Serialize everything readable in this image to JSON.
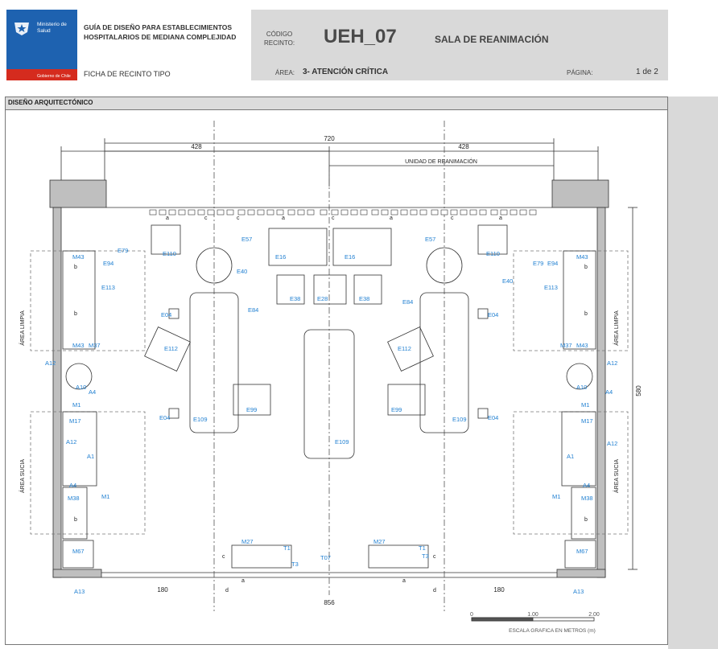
{
  "header": {
    "logo": {
      "ministry": "Ministerio de Salud",
      "gov": "Gobierno de Chile"
    },
    "guide_title": "GUÍA DE DISEÑO PARA ESTABLECIMIENTOS HOSPITALARIOS DE MEDIANA COMPLEJIDAD",
    "doc_type": "FICHA DE RECINTO TIPO",
    "code_label_1": "CÓDIGO",
    "code_label_2": "RECINTO:",
    "code": "UEH_07",
    "room_name": "SALA DE REANIMACIÓN",
    "area_label": "ÁREA:",
    "area_value": "3- ATENCIÓN CRÍTICA",
    "page_label": "PÁGINA:",
    "page_value": "1 de 2"
  },
  "section": {
    "title": "DISEÑO ARQUITECTÓNICO"
  },
  "plan": {
    "dims": {
      "total_top": "720",
      "left_top": "428",
      "right_top": "428",
      "bottom_total": "856",
      "bottom_left": "180",
      "bottom_right": "180",
      "height": "580"
    },
    "unit_label": "UNIDAD DE REANIMACIÓN",
    "zone_clean": "ÁREA LIMPIA",
    "zone_dirty": "ÁREA SUCIA",
    "scale": {
      "caption": "ESCALA GRAFICA EN METROS (m)",
      "t0": "0",
      "t1": "1.00",
      "t2": "2.00"
    },
    "labels": {
      "E79": "E79",
      "E110": "E110",
      "E57": "E57",
      "E16": "E16",
      "E40": "E40",
      "E94": "E94",
      "M43": "M43",
      "E113": "E113",
      "E38": "E38",
      "E28": "E28",
      "E84": "E84",
      "E04": "E04",
      "E112": "E112",
      "M37": "M37",
      "A12": "A12",
      "A10": "A10",
      "A4": "A4",
      "M1": "M1",
      "M17": "M17",
      "E99": "E99",
      "E109": "E109",
      "A1": "A1",
      "M38": "M38",
      "M67": "M67",
      "M27": "M27",
      "T1": "T1",
      "T3": "T3",
      "T07": "T07",
      "A13": "A13",
      "b": "b",
      "c": "c",
      "a": "a",
      "d": "d"
    }
  },
  "colors": {
    "blue_label": "#1f7fd1",
    "logo_blue": "#1e62b0",
    "logo_red": "#d52b1e",
    "header_gray": "#d9d9d9"
  }
}
